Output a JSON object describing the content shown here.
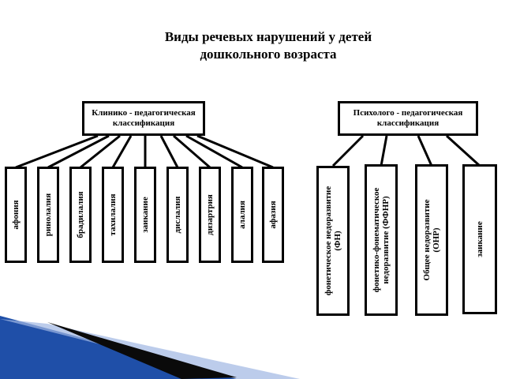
{
  "title": {
    "line1": "Виды речевых нарушений у детей",
    "line2": "дошкольного возраста"
  },
  "left_group": {
    "header": {
      "line1": "Клинико - педагогическая",
      "line2": "классификация"
    },
    "items": [
      {
        "label": "афония"
      },
      {
        "label": "ринолалия"
      },
      {
        "label": "брадилалия"
      },
      {
        "label": "тахилалия"
      },
      {
        "label": "заикание"
      },
      {
        "label": "дислалия"
      },
      {
        "label": "дизартрия"
      },
      {
        "label": "алалия"
      },
      {
        "label": "афазия"
      }
    ]
  },
  "right_group": {
    "header": {
      "line1": "Психолого - педагогическая",
      "line2": "классификация"
    },
    "items": [
      {
        "line1": "фонетическое недоразвитие",
        "line2": "(ФН)"
      },
      {
        "line1": "фонетико-фонематическое",
        "line2": "недоразвитие (ФФНР)"
      },
      {
        "line1": "Общее недоразвитие",
        "line2": "(ОНР)"
      },
      {
        "line1": "заикание",
        "line2": ""
      }
    ]
  },
  "colors": {
    "stroke": "#000000",
    "accent_blue": "#1f4fa8",
    "accent_light": "#9fb7e3"
  }
}
